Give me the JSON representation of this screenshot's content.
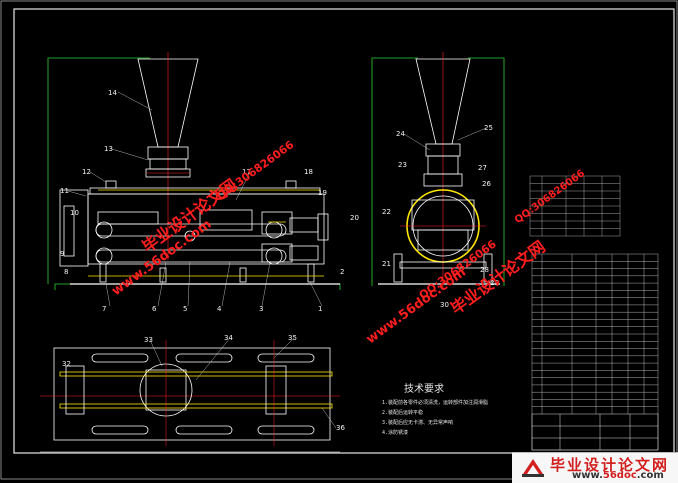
{
  "drawing": {
    "front_view_part_numbers": [
      "14",
      "13",
      "12",
      "11",
      "10",
      "9",
      "8",
      "7",
      "6",
      "5",
      "4",
      "3",
      "2",
      "1",
      "17",
      "18",
      "19",
      "20"
    ],
    "side_view_part_numbers": [
      "24",
      "25",
      "23",
      "27",
      "26",
      "22",
      "21",
      "28",
      "29",
      "30"
    ],
    "top_view_part_numbers": [
      "32",
      "33",
      "34",
      "35",
      "36"
    ],
    "tech_requirements_title": "技术要求",
    "tech_requirements": [
      "1.装配前各零件必须清洗，运转部件加注润滑脂",
      "2.装配后运转平稳",
      "3.装配后应无卡滞、无异常声响",
      "4.涂防锈漆"
    ]
  },
  "watermarks": {
    "site_name": "毕业设计论文网",
    "site_url": "www.56doc.com",
    "qq": "QQ:306826066"
  },
  "footer_logo": {
    "title": "毕业设计论文网",
    "url_prefix": "www.",
    "url_domain": "56doc",
    "url_suffix": ".com"
  },
  "colors": {
    "background": "#000000",
    "outline": "#ffffff",
    "frame": "#2ed12e",
    "centerline": "#ff2020",
    "accent": "#ffe600",
    "watermark": "#ff1e1e"
  }
}
